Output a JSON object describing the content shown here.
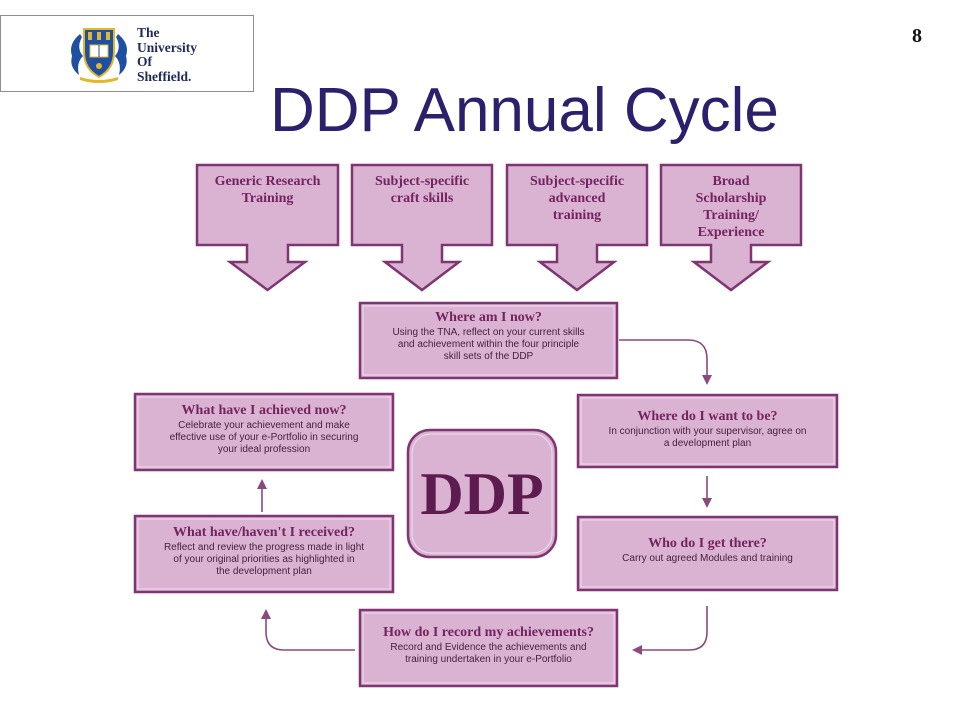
{
  "logo": {
    "lines": [
      "The",
      "University",
      "Of",
      "Sheffield."
    ]
  },
  "slide_number": "8",
  "title": "DDP Annual Cycle",
  "inputs": [
    {
      "lines": [
        "Generic Research",
        "Training"
      ]
    },
    {
      "lines": [
        "Subject-specific",
        "craft skills"
      ]
    },
    {
      "lines": [
        "Subject-specific",
        "advanced",
        "training"
      ]
    },
    {
      "lines": [
        "Broad",
        "Scholarship",
        "Training/",
        "Experience"
      ]
    }
  ],
  "cycle": {
    "where_now": {
      "heading": "Where am I now?",
      "body": [
        "Using the TNA, reflect on your current skills",
        "and achievement within the four principle",
        "skill sets of the DDP"
      ]
    },
    "where_want": {
      "heading": "Where do I want to be?",
      "body": [
        "In conjunction with your supervisor, agree on",
        "a development plan"
      ]
    },
    "get_there": {
      "heading": "Who do I get there?",
      "body": [
        "Carry out agreed Modules and training"
      ]
    },
    "record": {
      "heading": "How do I record my achievements?",
      "body": [
        "Record and Evidence the achievements and",
        "training undertaken in your e-Portfolio"
      ]
    },
    "received": {
      "heading": "What have/haven't I received?",
      "body": [
        "Reflect and review the progress made in light",
        "of your original priorities as highlighted in",
        "the development plan"
      ]
    },
    "achieved": {
      "heading": "What have I achieved now?",
      "body": [
        "Celebrate your achievement and make",
        "effective use of your e-Portfolio in securing",
        "your ideal profession"
      ]
    }
  },
  "center_label": "DDP",
  "colors": {
    "title": "#2c1f6b",
    "box-fill": "#dab3d3",
    "box-stroke": "#7f3572",
    "heading": "#74235f",
    "body": "#47203f",
    "connector": "#8a4a7e",
    "logo-text": "#1f2a5c",
    "ddp-text": "#5d1b50",
    "crest-blue": "#1f4fa3",
    "crest-gold": "#e2b72a"
  }
}
